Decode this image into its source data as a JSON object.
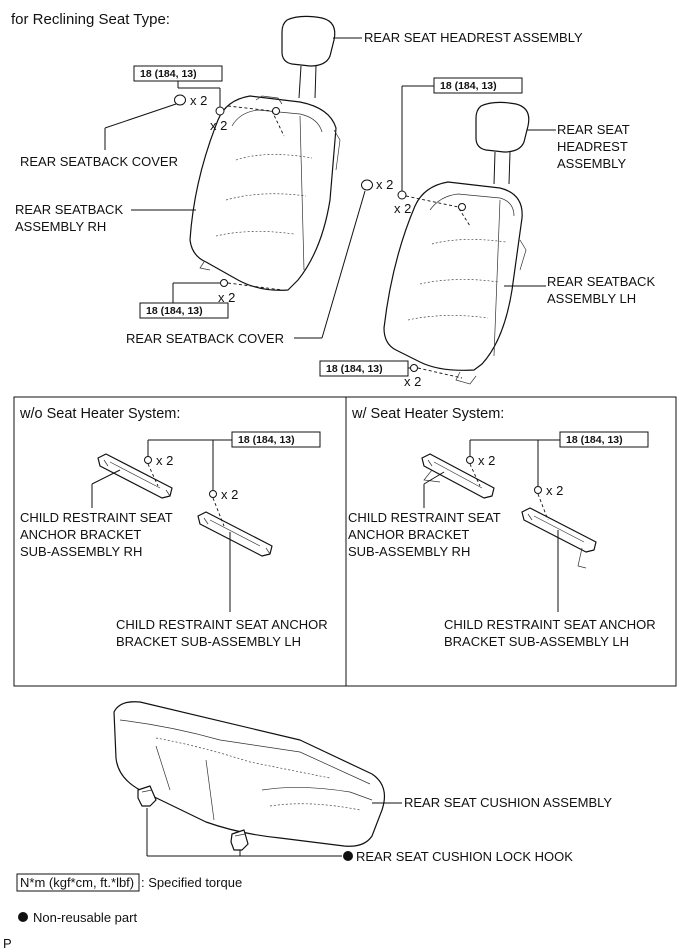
{
  "title": "for Reclining Seat Type:",
  "labels": {
    "headrest_rh": "REAR SEAT HEADREST ASSEMBLY",
    "headrest_lh": [
      "REAR SEAT",
      "HEADREST",
      "ASSEMBLY"
    ],
    "seatback_cover_top": "REAR SEATBACK COVER",
    "seatback_rh": [
      "REAR SEATBACK",
      "ASSEMBLY RH"
    ],
    "seatback_cover_bottom": "REAR SEATBACK COVER",
    "seatback_lh": [
      "REAR SEATBACK",
      "ASSEMBLY LH"
    ],
    "wo_heater": "w/o Seat Heater System:",
    "w_heater": "w/ Seat Heater System:",
    "anchor_rh": [
      "CHILD RESTRAINT SEAT",
      "ANCHOR BRACKET",
      "SUB-ASSEMBLY RH"
    ],
    "anchor_lh": [
      "CHILD RESTRAINT SEAT ANCHOR",
      "BRACKET SUB-ASSEMBLY LH"
    ],
    "cushion": "REAR SEAT CUSHION ASSEMBLY",
    "lock_hook": "REAR SEAT CUSHION LOCK HOOK"
  },
  "torque": "18 (184, 13)",
  "quantity": "x 2",
  "legend": {
    "torque_unit": "N*m (kgf*cm, ft.*lbf)",
    "torque_desc": ": Specified torque",
    "nonreusable": "Non-reusable part"
  },
  "corner_mark": "P"
}
